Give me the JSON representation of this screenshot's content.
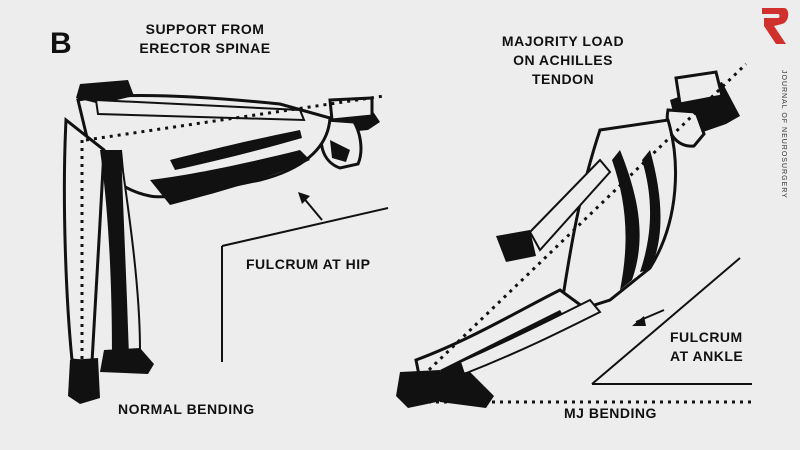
{
  "panel_letter": "B",
  "left": {
    "title_line1": "SUPPORT FROM",
    "title_line2": "ERECTOR SPINAE",
    "fulcrum_label": "FULCRUM AT HIP",
    "caption": "NORMAL BENDING"
  },
  "right": {
    "title_line1": "MAJORITY LOAD",
    "title_line2": "ON ACHILLES",
    "title_line3": "TENDON",
    "fulcrum_line1": "FULCRUM",
    "fulcrum_line2": "AT ANKLE",
    "caption": "MJ BENDING"
  },
  "side_text": "JOURNAL OF NEUROSURGERY",
  "colors": {
    "background": "#ededed",
    "ink": "#111111",
    "logo_red": "#d0312d"
  }
}
